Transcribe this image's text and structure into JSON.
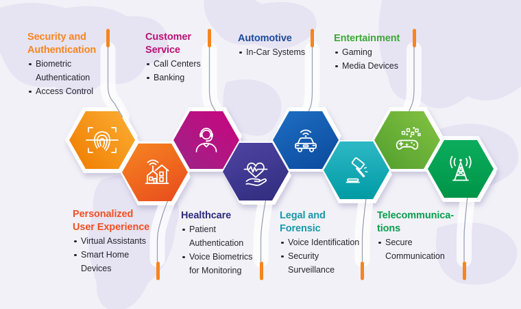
{
  "theme": {
    "canvas_bg": "#F2F1F7",
    "map_color": "#E4E1F1",
    "bar_color": "#F5851E",
    "connector_color": "#9AA1B4",
    "text_color": "#26242E"
  },
  "sections": [
    {
      "id": "security-authentication",
      "row": "top",
      "title": "Security and\nAuthentication",
      "title_color": "#F5861F",
      "bullets": [
        "Biometric Authentication",
        "Access Control"
      ],
      "icon": "fingerprint-scan-icon",
      "hex_colors": [
        "#FBAD33",
        "#EF7D00"
      ]
    },
    {
      "id": "personalized-user-experience",
      "row": "bottom",
      "title": "Personalized\nUser Experience",
      "title_color": "#EF5024",
      "bullets": [
        "Virtual Assistants",
        "Smart Home Devices"
      ],
      "icon": "smart-home-icon",
      "hex_colors": [
        "#F58220",
        "#E94E1D"
      ]
    },
    {
      "id": "customer-service",
      "row": "top",
      "title": "Customer\nService",
      "title_color": "#BC1077",
      "bullets": [
        "Call Centers",
        "Banking"
      ],
      "icon": "support-agent-icon",
      "hex_colors": [
        "#C9067E",
        "#9C2387"
      ]
    },
    {
      "id": "healthcare",
      "row": "bottom",
      "title": "Healthcare",
      "title_color": "#2F2C7C",
      "bullets": [
        "Patient Authentication",
        "Voice Biometrics for Monitoring"
      ],
      "icon": "heart-in-hand-icon",
      "hex_colors": [
        "#4C42A0",
        "#332E81"
      ]
    },
    {
      "id": "automotive",
      "row": "top",
      "title": "Automotive",
      "title_color": "#1D4A9B",
      "bullets": [
        "In-Car Systems"
      ],
      "icon": "connected-car-icon",
      "hex_colors": [
        "#1D6CC0",
        "#0C4CA0"
      ]
    },
    {
      "id": "legal-forensic",
      "row": "bottom",
      "title": "Legal and\nForensic",
      "title_color": "#1798A8",
      "bullets": [
        "Voice Identification",
        "Security Surveillance"
      ],
      "icon": "gavel-icon",
      "hex_colors": [
        "#2EB8C6",
        "#009BA4"
      ]
    },
    {
      "id": "entertainment",
      "row": "top",
      "title": "Entertainment",
      "title_color": "#3FA538",
      "bullets": [
        "Gaming",
        "Media Devices"
      ],
      "icon": "gaming-controller-icon",
      "hex_colors": [
        "#85C341",
        "#509E2E"
      ]
    },
    {
      "id": "telecommunications",
      "row": "bottom",
      "title": "Telecommunica-\ntions",
      "title_color": "#0A9D4E",
      "bullets": [
        "Secure Communication"
      ],
      "icon": "radio-tower-icon",
      "hex_colors": [
        "#0BAD5C",
        "#009448"
      ]
    }
  ]
}
